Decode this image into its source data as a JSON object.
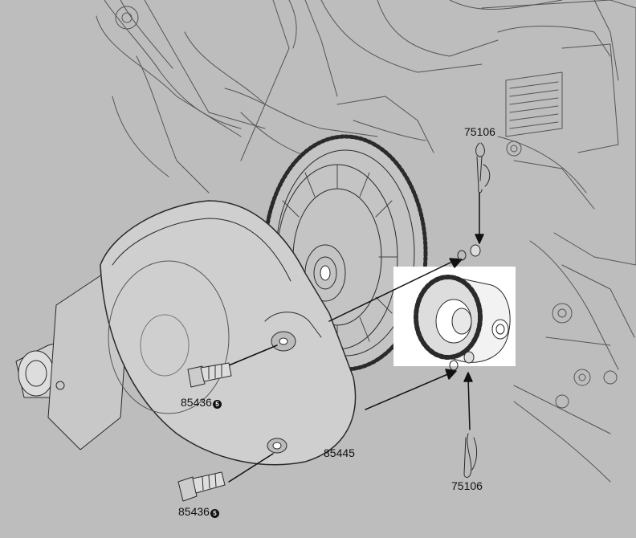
{
  "labels": {
    "clip_top": "75106",
    "clip_bottom": "75106",
    "screw_upper": "85436",
    "screw_upper_badge": "5",
    "screw_lower": "85436",
    "screw_lower_badge": "5",
    "cover": "85445"
  },
  "colors": {
    "background": "#bdbdbd",
    "linework": "#2a2a2a",
    "highlight_panel": "#ffffff",
    "part_fill": "#c4c4c4"
  }
}
